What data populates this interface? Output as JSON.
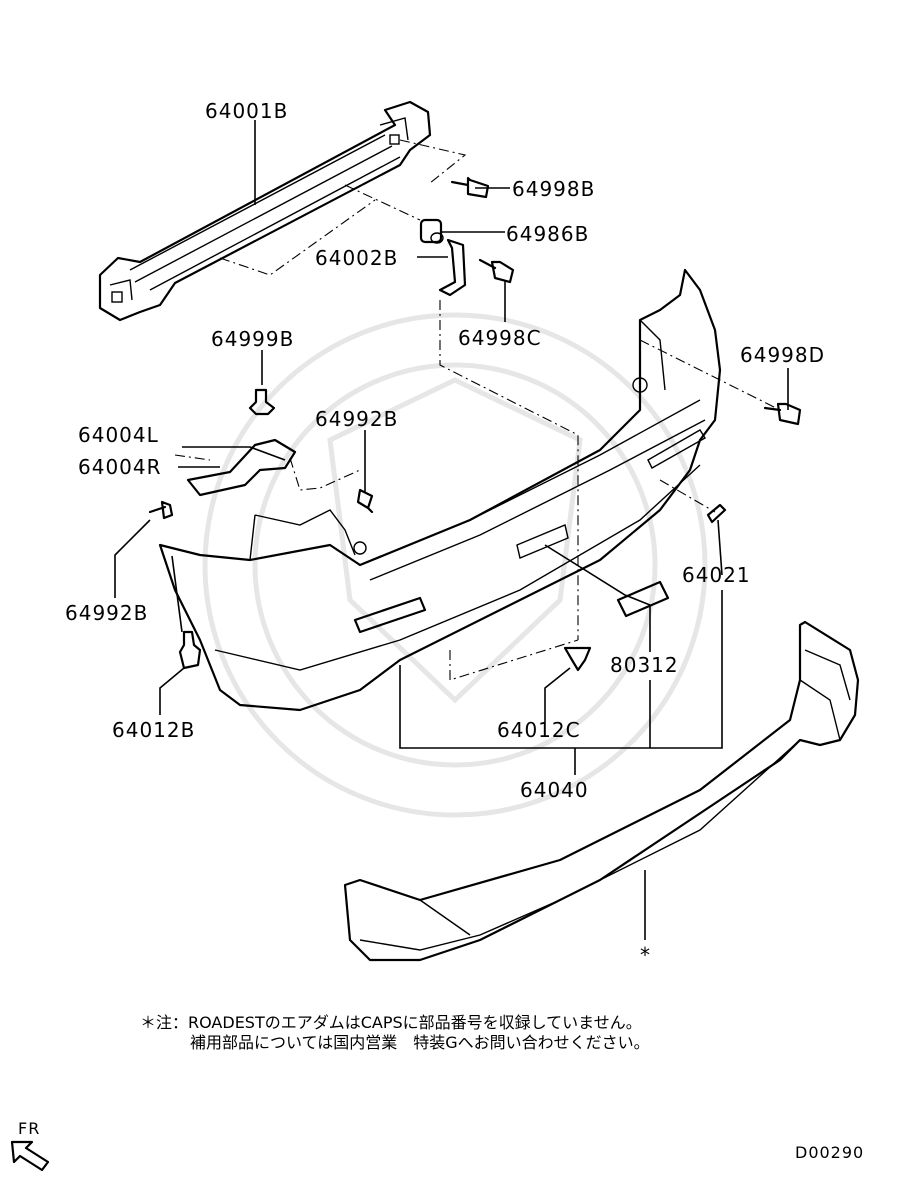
{
  "parts": {
    "reinforcement": "64001B",
    "bolt_upper": "64998B",
    "collar": "64986B",
    "bracket": "64002B",
    "bolt_mid": "64998C",
    "bolt_side": "64998D",
    "clip_top": "64999B",
    "bracket_l": "64004L",
    "bracket_r": "64004R",
    "screw_right": "64992B",
    "screw_left": "64992B",
    "clip_left": "64012B",
    "clip_center": "64012C",
    "reflector_clip": "64021",
    "reflector": "80312",
    "bumper_assy": "64040"
  },
  "asterisk": "*",
  "note": {
    "line1": "＊注：ROADESTのエアダムはCAPSに部品番号を収録していません。",
    "line2": "補用部品については国内営業　特装Gへお問い合わせください。"
  },
  "orientation": "FR",
  "diagram_code": "D00290"
}
